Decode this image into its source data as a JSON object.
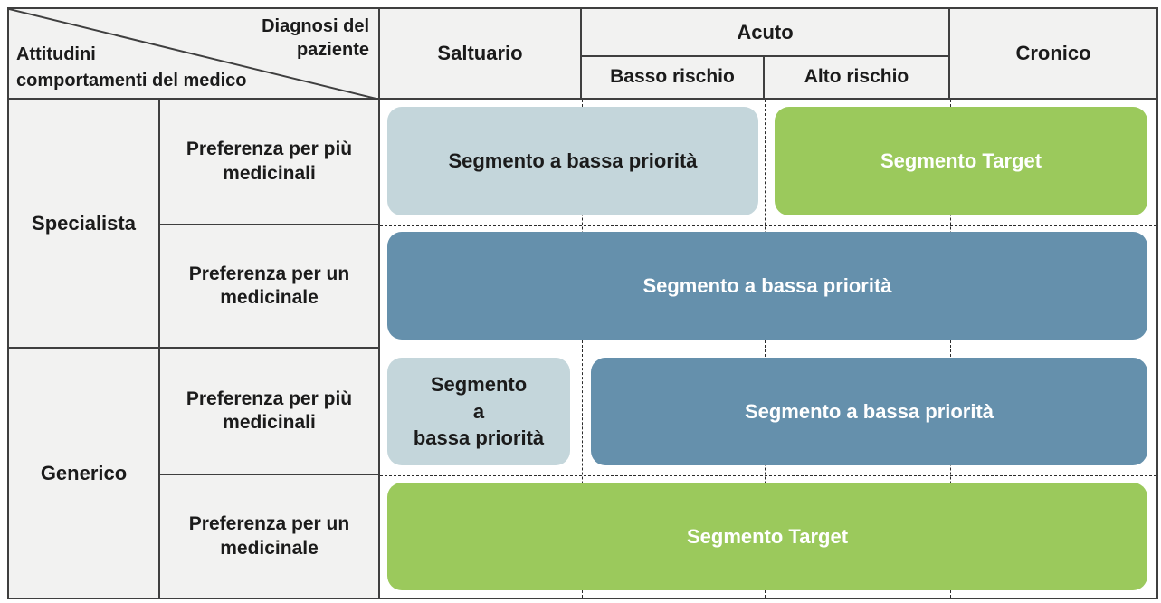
{
  "diagram_type": "segmentation-matrix",
  "corner_cell": {
    "axis_top_right": "Diagnosi del\npaziente",
    "axis_bottom_left": "Attitudini\ncomportamenti del medico"
  },
  "column_headers": {
    "saltuario": "Saltuario",
    "acuto_group": "Acuto",
    "acuto_low": "Basso rischio",
    "acuto_high": "Alto rischio",
    "cronico": "Cronico"
  },
  "row_groups": [
    {
      "label": "Specialista",
      "sub_rows": [
        "Preferenza per più medicinali",
        "Preferenza per un medicinale"
      ]
    },
    {
      "label": "Generico",
      "sub_rows": [
        "Preferenza per più medicinali",
        "Preferenza per un medicinale"
      ]
    }
  ],
  "segments": [
    {
      "group": "Specialista",
      "sub_row": "Preferenza per più medicinali",
      "columns_spanned": "Saltuario + Acuto Basso rischio",
      "label": "Segmento a bassa priorità",
      "style": "light"
    },
    {
      "group": "Specialista",
      "sub_row": "Preferenza per più medicinali",
      "columns_spanned": "Acuto Alto rischio + Cronico",
      "label": "Segmento Target",
      "style": "green"
    },
    {
      "group": "Specialista",
      "sub_row": "Preferenza per un medicinale",
      "columns_spanned": "Saltuario + Acuto Basso rischio + Acuto Alto rischio + Cronico",
      "label": "Segmento a bassa priorità",
      "style": "blue"
    },
    {
      "group": "Generico",
      "sub_row": "Preferenza per più medicinali",
      "columns_spanned": "Saltuario",
      "label": "Segmento\na\nbassa priorità",
      "style": "light"
    },
    {
      "group": "Generico",
      "sub_row": "Preferenza per più medicinali",
      "columns_spanned": "Acuto Basso rischio + Acuto Alto rischio + Cronico",
      "label": "Segmento a bassa priorità",
      "style": "blue"
    },
    {
      "group": "Generico",
      "sub_row": "Preferenza per un medicinale",
      "columns_spanned": "Saltuario + Acuto Basso rischio + Acuto Alto rischio + Cronico",
      "label": "Segmento Target",
      "style": "green"
    }
  ],
  "colors": {
    "green": "#9bc95c",
    "steelBlue": "#6590ac",
    "lightBlue": "#c4d6db",
    "headerBg": "#f2f2f1",
    "border": "#3f3f3f"
  }
}
